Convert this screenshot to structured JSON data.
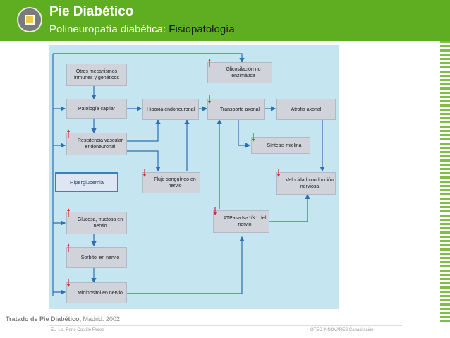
{
  "header": {
    "title": "Pie Diabético",
    "subtitle_prefix": "Polineuropatía diabética: ",
    "subtitle_highlight": "Fisiopatología"
  },
  "diagram": {
    "nodes": {
      "otros": "Otros mecanismos inmunes y genéticos",
      "patologia": "Patología capilar",
      "hipoxia": "Hipoxia endoneuronal",
      "resistencia": "Resistencia vascular endoneuronal",
      "hiperglucemia": "Hiperglucemia",
      "flujo": "Flujo sanguíneo en nervio",
      "glucosa": "Glucosa, fructosa en nervio",
      "sorbitol": "Sorbitol en nervio",
      "mioinositol": "Mioinositol en nervio",
      "glicosilacion": "Glicosilación no enzimática",
      "transporte": "Transporte axonal",
      "atrofia": "Atrofia axonal",
      "sintesis": "Síntesis mielina",
      "velocidad": "Velocidad conducción nerviosa",
      "atpasa": "ATPasa Na⁺/K⁺ del nervio"
    },
    "colors": {
      "up": "#d9262c",
      "down": "#d9262c",
      "line": "#2f6fb0"
    }
  },
  "caption": {
    "source": "Tratado de Pie Diabético,",
    "place": " Madrid. 2002"
  },
  "footer": {
    "left": "EU-Lic. Rene Castillo Flores",
    "right": "OTEC INNOVARES Capacitación"
  }
}
